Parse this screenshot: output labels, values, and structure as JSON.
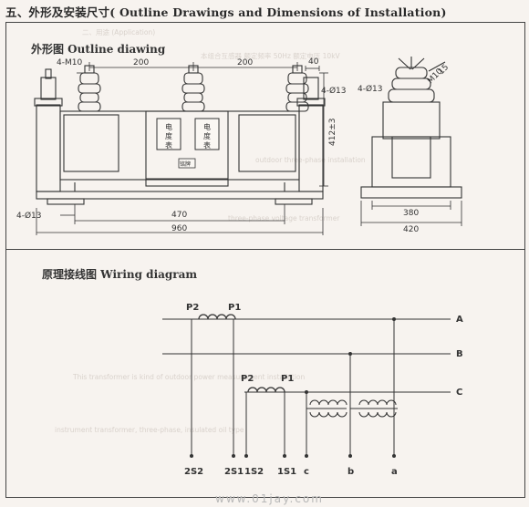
{
  "heading": "五、外形及安装尺寸( Outline Drawings and Dimensions of Installation)",
  "outline_title": "外形图 Outline diawing",
  "wiring_title": "原理接线图 Wiring diagram",
  "dimensions": {
    "m10": "4-M10",
    "d200a": "200",
    "d200b": "200",
    "d40": "40",
    "d13_right": "4-Ø13",
    "d412": "412±3",
    "d13_bottom": "4-Ø13",
    "d470": "470",
    "d960": "960",
    "d380": "380",
    "d420": "420",
    "m10_angle": "M10",
    "d15": "15"
  },
  "meter_labels": {
    "left": [
      "电",
      "度",
      "表"
    ],
    "right": [
      "电",
      "度",
      "表"
    ]
  },
  "nameplate": "铭牌",
  "wiring": {
    "p2_top": "P2",
    "p1_top": "P1",
    "p2_mid": "P2",
    "p1_mid": "P1",
    "line_a": "A",
    "line_b": "B",
    "line_c": "C",
    "terminals": [
      "2S2",
      "2S1",
      "1S2",
      "1S1",
      "c",
      "b",
      "a"
    ]
  },
  "watermark": "www.01jay.com"
}
